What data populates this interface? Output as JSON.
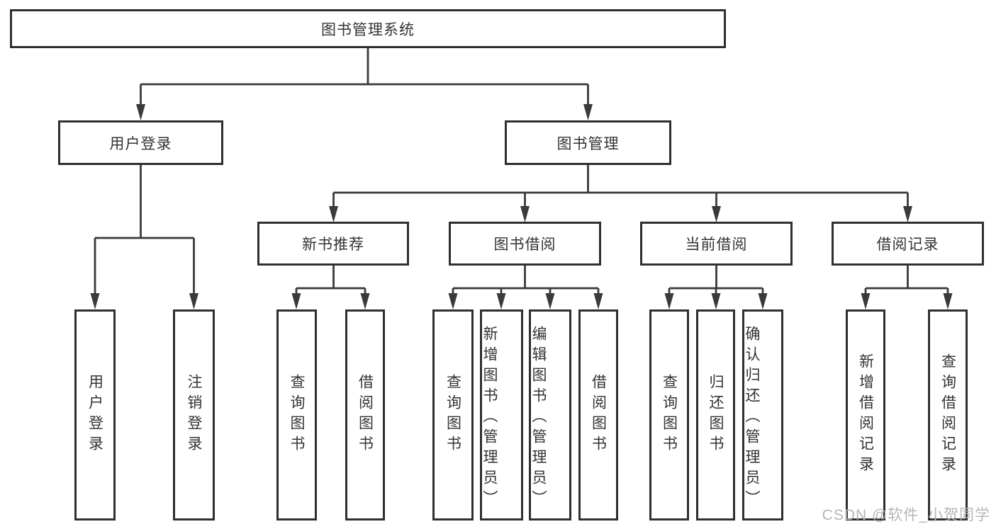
{
  "diagram_type": "hierarchy-chart",
  "colors": {
    "background": "#ffffff",
    "box_fill": "#ffffff",
    "box_border": "#2f2f2f",
    "line": "#3a3a3a",
    "text": "#333333",
    "watermark": "#b5b5b5"
  },
  "tree": {
    "root": {
      "label": "图书管理系统",
      "children": [
        {
          "label": "用户登录",
          "children": [
            {
              "label": "用户登录"
            },
            {
              "label": "注销登录"
            }
          ]
        },
        {
          "label": "图书管理",
          "children": [
            {
              "label": "新书推荐",
              "children": [
                {
                  "label": "查询图书"
                },
                {
                  "label": "借阅图书"
                }
              ]
            },
            {
              "label": "图书借阅",
              "children": [
                {
                  "label": "查询图书"
                },
                {
                  "label": "新增图书（管理员）"
                },
                {
                  "label": "编辑图书（管理员）"
                },
                {
                  "label": "借阅图书"
                }
              ]
            },
            {
              "label": "当前借阅",
              "children": [
                {
                  "label": "查询图书"
                },
                {
                  "label": "归还图书"
                },
                {
                  "label": "确认归还（管理员）"
                }
              ]
            },
            {
              "label": "借阅记录",
              "children": [
                {
                  "label": "新增借阅记录"
                },
                {
                  "label": "查询借阅记录"
                }
              ]
            }
          ]
        }
      ]
    }
  },
  "watermark": {
    "text": "CSDN @软件_小贺同学"
  }
}
